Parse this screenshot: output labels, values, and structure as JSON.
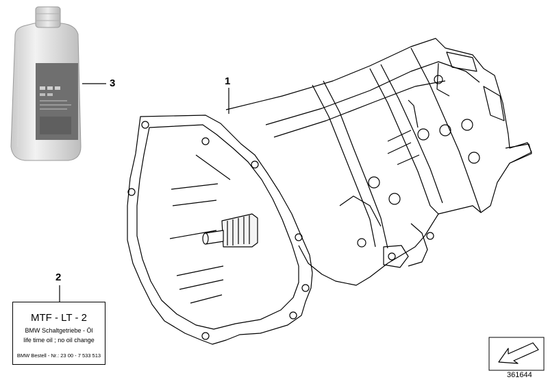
{
  "callouts": {
    "gearbox": "1",
    "label": "2",
    "oil_bottle": "3"
  },
  "label_card": {
    "line1": "MTF - LT - 2",
    "line2": "BMW Schaltgetriebe - Öl",
    "line3": "life time oil ; no oil change",
    "line4": "BMW Bestell - Nr.: 23 00 - 7 533 513"
  },
  "diagram_id": "361644",
  "icons": {
    "nav": "arrow-down-left-icon",
    "bottle": "oil-bottle-icon",
    "gearbox": "manual-gearbox-icon"
  }
}
